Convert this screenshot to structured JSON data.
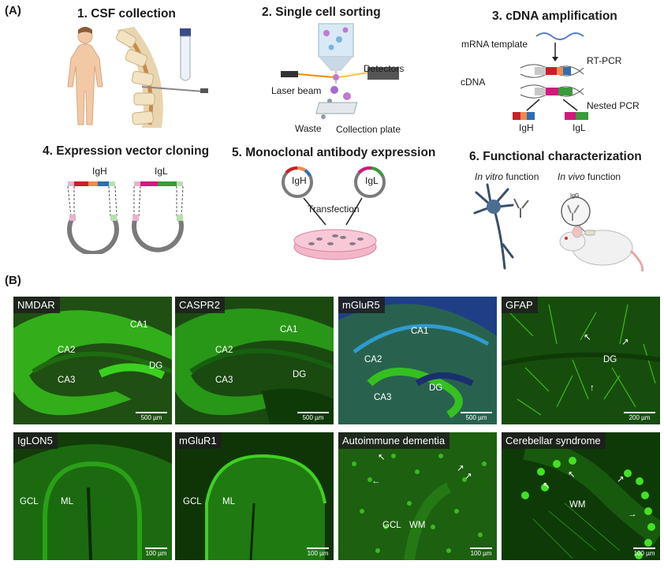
{
  "panel_a": {
    "label": "(A)",
    "steps": [
      {
        "title": "1.  CSF collection"
      },
      {
        "title": "2. Single cell sorting",
        "laser": "Laser beam",
        "detectors": "Detectors",
        "waste": "Waste",
        "plate": "Collection plate"
      },
      {
        "title": "3. cDNA amplification",
        "mrna": "mRNA template",
        "rtpcr": "RT-PCR",
        "cdna": "cDNA",
        "nested": "Nested PCR",
        "igh": "IgH",
        "igl": "IgL"
      },
      {
        "title": "4. Expression vector cloning",
        "igh": "IgH",
        "igl": "IgL"
      },
      {
        "title": "5. Monoclonal antibody expression",
        "igh": "IgH",
        "igl": "IgL",
        "transfection": "Transfection"
      },
      {
        "title": "6. Functional characterization",
        "invitro_italic": "In vitro",
        "invitro_rest": " function",
        "invivo_italic": "In vivo",
        "invivo_rest": " function",
        "igg": "IgG"
      }
    ]
  },
  "panel_b": {
    "label": "(B)",
    "images": [
      {
        "title": "NMDAR",
        "regions": [
          "CA1",
          "CA2",
          "CA3",
          "DG"
        ],
        "scale": "500 µm"
      },
      {
        "title": "CASPR2",
        "regions": [
          "CA1",
          "CA2",
          "CA3",
          "DG"
        ],
        "scale": "500 µm"
      },
      {
        "title": "mGluR5",
        "regions": [
          "CA1",
          "CA2",
          "CA3",
          "DG"
        ],
        "scale": "500 µm"
      },
      {
        "title": "GFAP",
        "regions": [
          "DG"
        ],
        "scale": "200 µm"
      },
      {
        "title": "IgLON5",
        "regions": [
          "GCL",
          "ML"
        ],
        "scale": "100 µm"
      },
      {
        "title": "mGluR1",
        "regions": [
          "GCL",
          "ML"
        ],
        "scale": "100 µm"
      },
      {
        "title": "Autoimmune dementia",
        "regions": [
          "GCL",
          "WM"
        ],
        "scale": "100 µm"
      },
      {
        "title": "Cerebellar syndrome",
        "regions": [
          "WM"
        ],
        "scale": "100 µm"
      }
    ]
  },
  "colors": {
    "tissue_green": "#2fbf1a",
    "dark_bg": "#0c2a08",
    "dapi_blue": "#1d3b8f",
    "igh_red": "#c8202a",
    "igh_orange": "#f08a4b",
    "igh_blue": "#2f6db3",
    "igl_magenta": "#d11b7e",
    "igl_green": "#3a9b3a",
    "dish_pink": "#f3b6c9",
    "plasmid_grey": "#7a7a7a"
  }
}
